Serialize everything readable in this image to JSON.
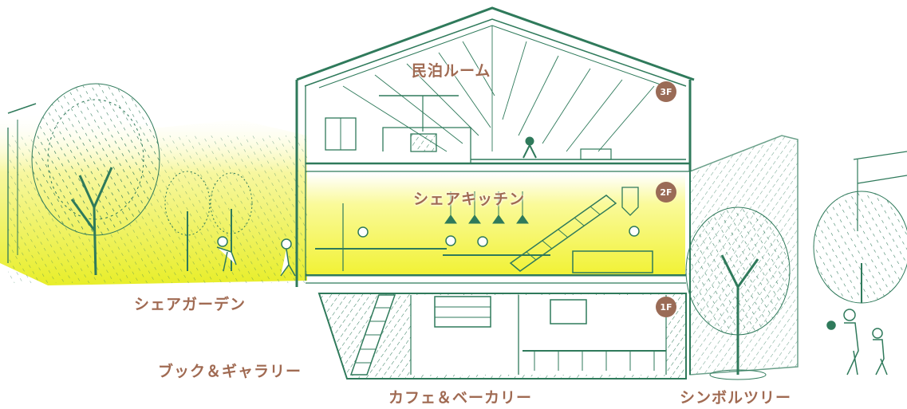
{
  "colors": {
    "ink": "#2f7a5b",
    "highlight": "#f2f23a",
    "label": "#a06a52",
    "badge": "#9a6b56",
    "background": "#ffffff"
  },
  "floors": {
    "f3": {
      "badge": "3F",
      "label": "民泊ルーム"
    },
    "f2": {
      "badge": "2F",
      "label": "シェアキッチン"
    },
    "f1": {
      "badge": "1F"
    }
  },
  "labels": {
    "share_garden": "シェアガーデン",
    "book_gallery": "ブック＆ギャラリー",
    "cafe_bakery": "カフェ＆ベーカリー",
    "symbol_tree": "シンボルツリー"
  }
}
